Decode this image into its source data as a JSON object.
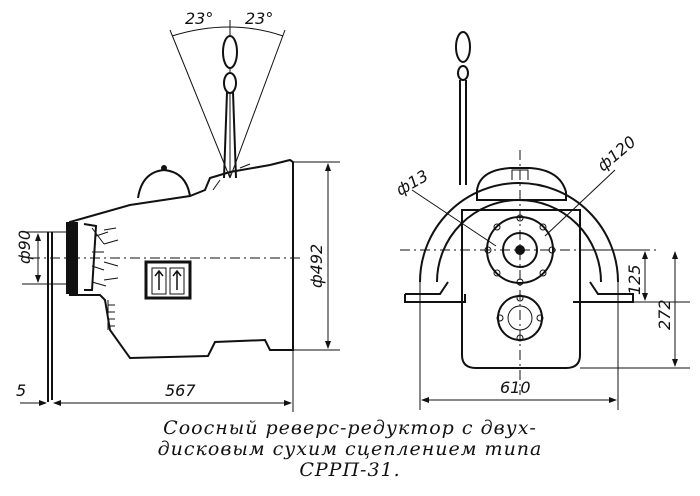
{
  "dimensions": {
    "angle_left": "23°",
    "angle_right": "23°",
    "diam_90": "ф90",
    "diam_492": "ф492",
    "offset_5": "5",
    "length_567": "567",
    "diam_13": "ф13",
    "diam_120": "ф120",
    "height_125": "125",
    "height_272": "272",
    "width_610": "610"
  },
  "caption": {
    "line1": "Соосный реверс-редуктор с двух-",
    "line2": "дисковым сухим сцеплением типа",
    "line3": "СРРП-31."
  }
}
